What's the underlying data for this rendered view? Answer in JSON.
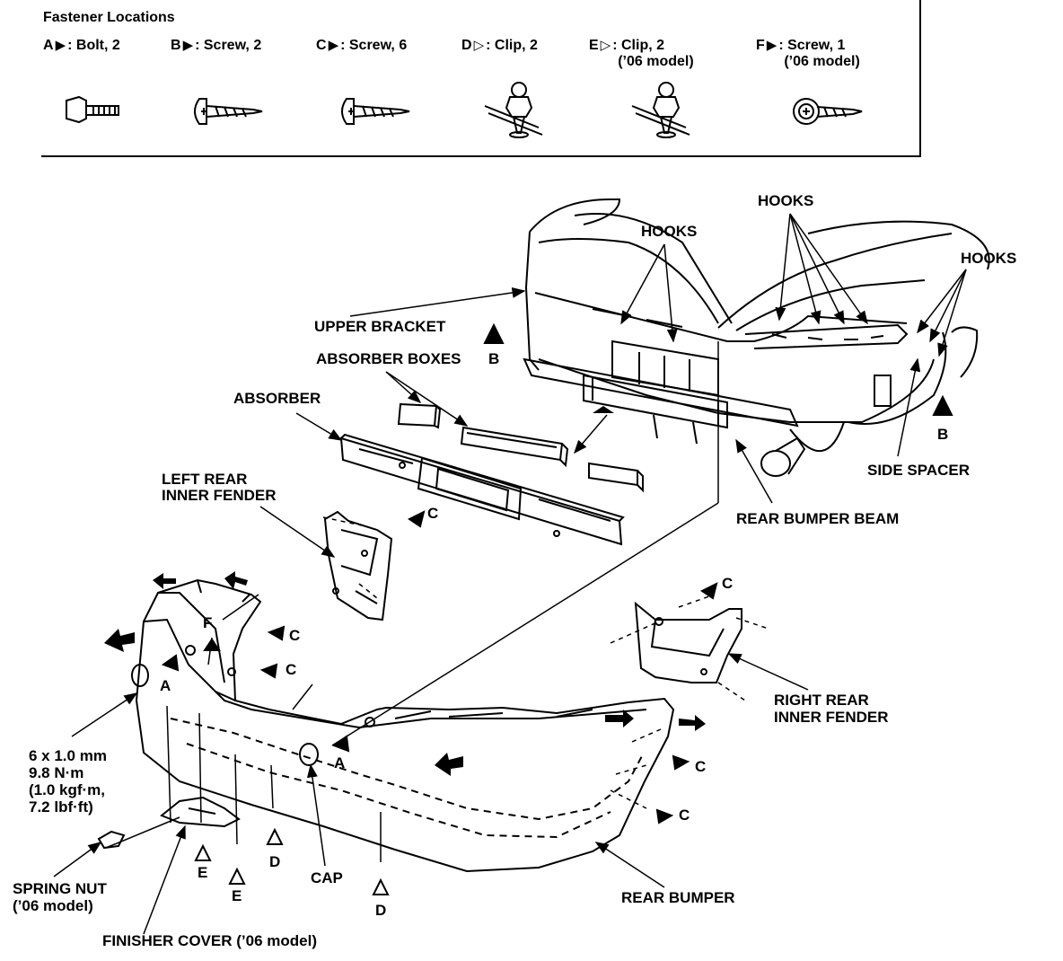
{
  "fastener_header": "Fastener Locations",
  "fasteners": [
    {
      "letter": "A",
      "marker": "filled-triangle",
      "text": ": Bolt, 2",
      "note": ""
    },
    {
      "letter": "B",
      "marker": "filled-triangle",
      "text": ": Screw, 2",
      "note": ""
    },
    {
      "letter": "C",
      "marker": "filled-triangle",
      "text": ": Screw, 6",
      "note": ""
    },
    {
      "letter": "D",
      "marker": "outline-triangle",
      "text": ": Clip, 2",
      "note": ""
    },
    {
      "letter": "E",
      "marker": "outline-triangle",
      "text": ": Clip, 2",
      "note": "(’06 model)"
    },
    {
      "letter": "F",
      "marker": "filled-triangle",
      "text": ": Screw, 1",
      "note": "(’06 model)"
    }
  ],
  "labels": {
    "hooks_center": "HOOKS",
    "hooks_right1": "HOOKS",
    "hooks_right2": "HOOKS",
    "upper_bracket": "UPPER BRACKET",
    "absorber_boxes": "ABSORBER BOXES",
    "absorber": "ABSORBER",
    "left_fender_1": "LEFT REAR",
    "left_fender_2": "INNER FENDER",
    "side_spacer": "SIDE SPACER",
    "rear_bumper_beam": "REAR BUMPER BEAM",
    "right_fender_1": "RIGHT REAR",
    "right_fender_2": "INNER FENDER",
    "torque_1": "6 x 1.0 mm",
    "torque_2": "9.8 N·m",
    "torque_3": "(1.0 kgf·m,",
    "torque_4": "7.2 lbf·ft)",
    "spring_nut_1": "SPRING NUT",
    "spring_nut_2": "(’06 model)",
    "cap": "CAP",
    "rear_bumper": "REAR BUMPER",
    "finisher_cover": "FINISHER COVER (’06 model)"
  },
  "letters": {
    "b1": "B",
    "b2": "B",
    "c1": "C",
    "c2": "C",
    "c3": "C",
    "c4": "C",
    "c5": "C",
    "c6": "C",
    "f1": "F",
    "a1": "A",
    "a2": "A",
    "e1": "E",
    "e2": "E",
    "d1": "D",
    "d2": "D"
  }
}
